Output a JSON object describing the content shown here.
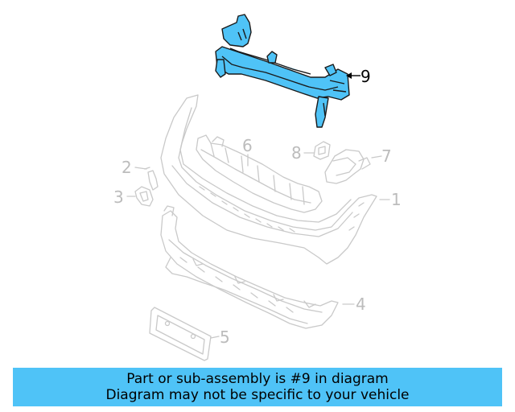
{
  "callouts": {
    "part_9": "9",
    "part_6": "6",
    "part_8": "8",
    "part_7": "7",
    "part_2": "2",
    "part_3": "3",
    "part_1": "1",
    "part_4": "4",
    "part_5": "5"
  },
  "banner": {
    "line1": "Part or sub-assembly is #9 in diagram",
    "line2": "Diagram may not be specific to your vehicle"
  },
  "colors": {
    "highlight_part": "#4fc3f7",
    "outline_gray": "#c8c8c8",
    "banner": "#4fc3f7"
  }
}
